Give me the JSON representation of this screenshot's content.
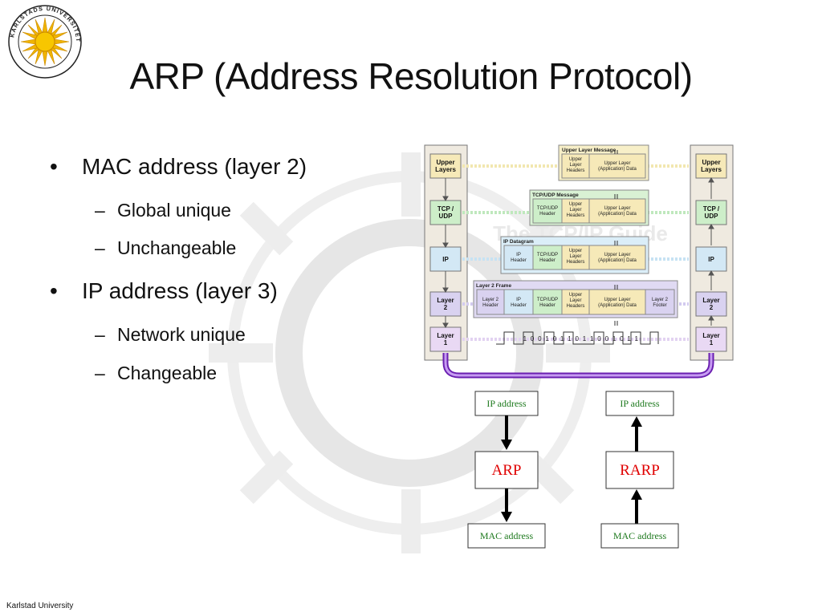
{
  "slide": {
    "title": "ARP (Address Resolution Protocol)",
    "footer": "Karlstad University",
    "logo_text": "KARLSTADS UNIVERSITET"
  },
  "bullets": [
    {
      "text": "MAC address (layer 2)",
      "sub": [
        "Global unique",
        "Unchangeable"
      ]
    },
    {
      "text": "IP address (layer 3)",
      "sub": [
        "Network unique",
        "Changeable"
      ]
    }
  ],
  "stack_diagram": {
    "left_layers": [
      "Upper Layers",
      "TCP / UDP",
      "IP",
      "Layer 2",
      "Layer 1"
    ],
    "right_layers": [
      "Upper Layers",
      "TCP / UDP",
      "IP",
      "Layer 2",
      "Layer 1"
    ],
    "upper_message": {
      "title": "Upper Layer Message",
      "cells": [
        "Upper Layer Headers",
        "Upper Layer (Application) Data"
      ]
    },
    "tcp_message": {
      "title": "TCP/UDP Message",
      "cells": [
        "TCP/UDP Header",
        "Upper Layer Headers",
        "Upper Layer (Application) Data"
      ]
    },
    "ip_datagram": {
      "title": "IP Datagram",
      "cells": [
        "IP Header",
        "TCP/UDP Header",
        "Upper Layer Headers",
        "Upper Layer (Application) Data"
      ]
    },
    "l2_frame": {
      "title": "Layer 2 Frame",
      "cells": [
        "Layer 2 Header",
        "IP Header",
        "TCP/UDP Header",
        "Upper Layer Headers",
        "Upper Layer (Application) Data",
        "Layer 2 Footer"
      ]
    },
    "bits": "1 0 0 1 0 1 1 0 1 1 0 0 1 0 1 1",
    "watermark": "The TCP/IP Guide"
  },
  "arp_fig": {
    "left": {
      "top": "IP address",
      "middle": "ARP",
      "bottom": "MAC address"
    },
    "right": {
      "top": "IP address",
      "middle": "RARP",
      "bottom": "MAC address"
    }
  },
  "colors": {
    "accent_red": "#e00000",
    "wire": "#8a2be2",
    "ip_text": "#1f7a1f"
  }
}
